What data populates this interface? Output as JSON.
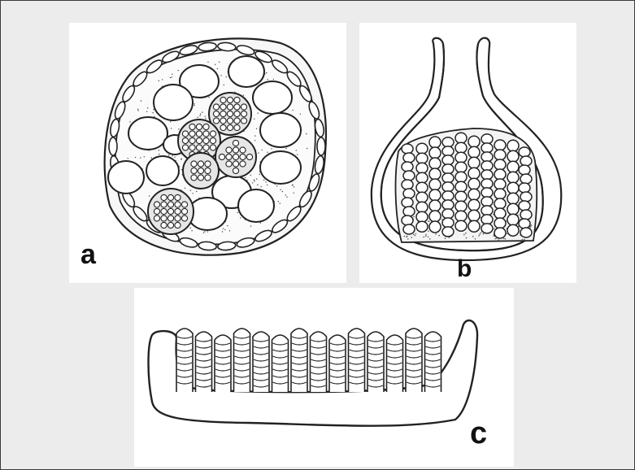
{
  "figure": {
    "panels": [
      {
        "id": "a",
        "label": "a"
      },
      {
        "id": "b",
        "label": "b"
      },
      {
        "id": "c",
        "label": "c"
      }
    ]
  },
  "colors": {
    "background": "#ececec",
    "panel": "#ffffff",
    "ink": "#111111"
  }
}
